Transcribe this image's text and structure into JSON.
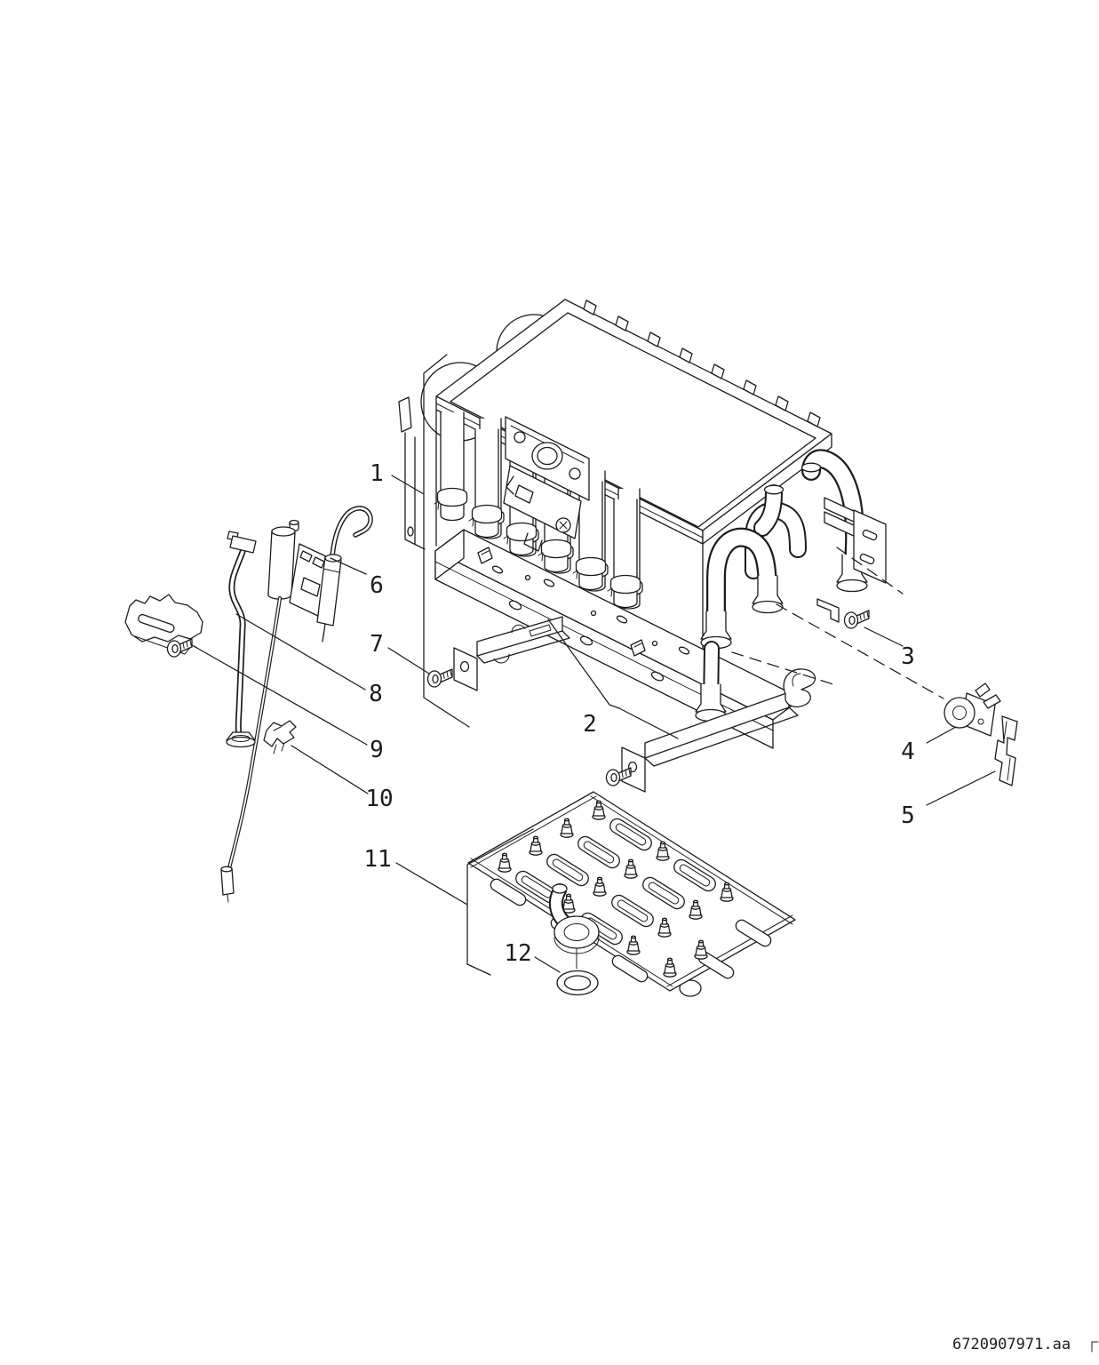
{
  "diagram": {
    "background": "#ffffff",
    "line_color": "#1c1c1c"
  },
  "callouts": {
    "c1": "1",
    "c2": "2",
    "c3": "3",
    "c4": "4",
    "c5": "5",
    "c6": "6",
    "c7": "7",
    "c8": "8",
    "c9": "9",
    "c10": "10",
    "c11": "11",
    "c12": "12"
  },
  "footer": {
    "document_code": "6720907971.aa"
  }
}
